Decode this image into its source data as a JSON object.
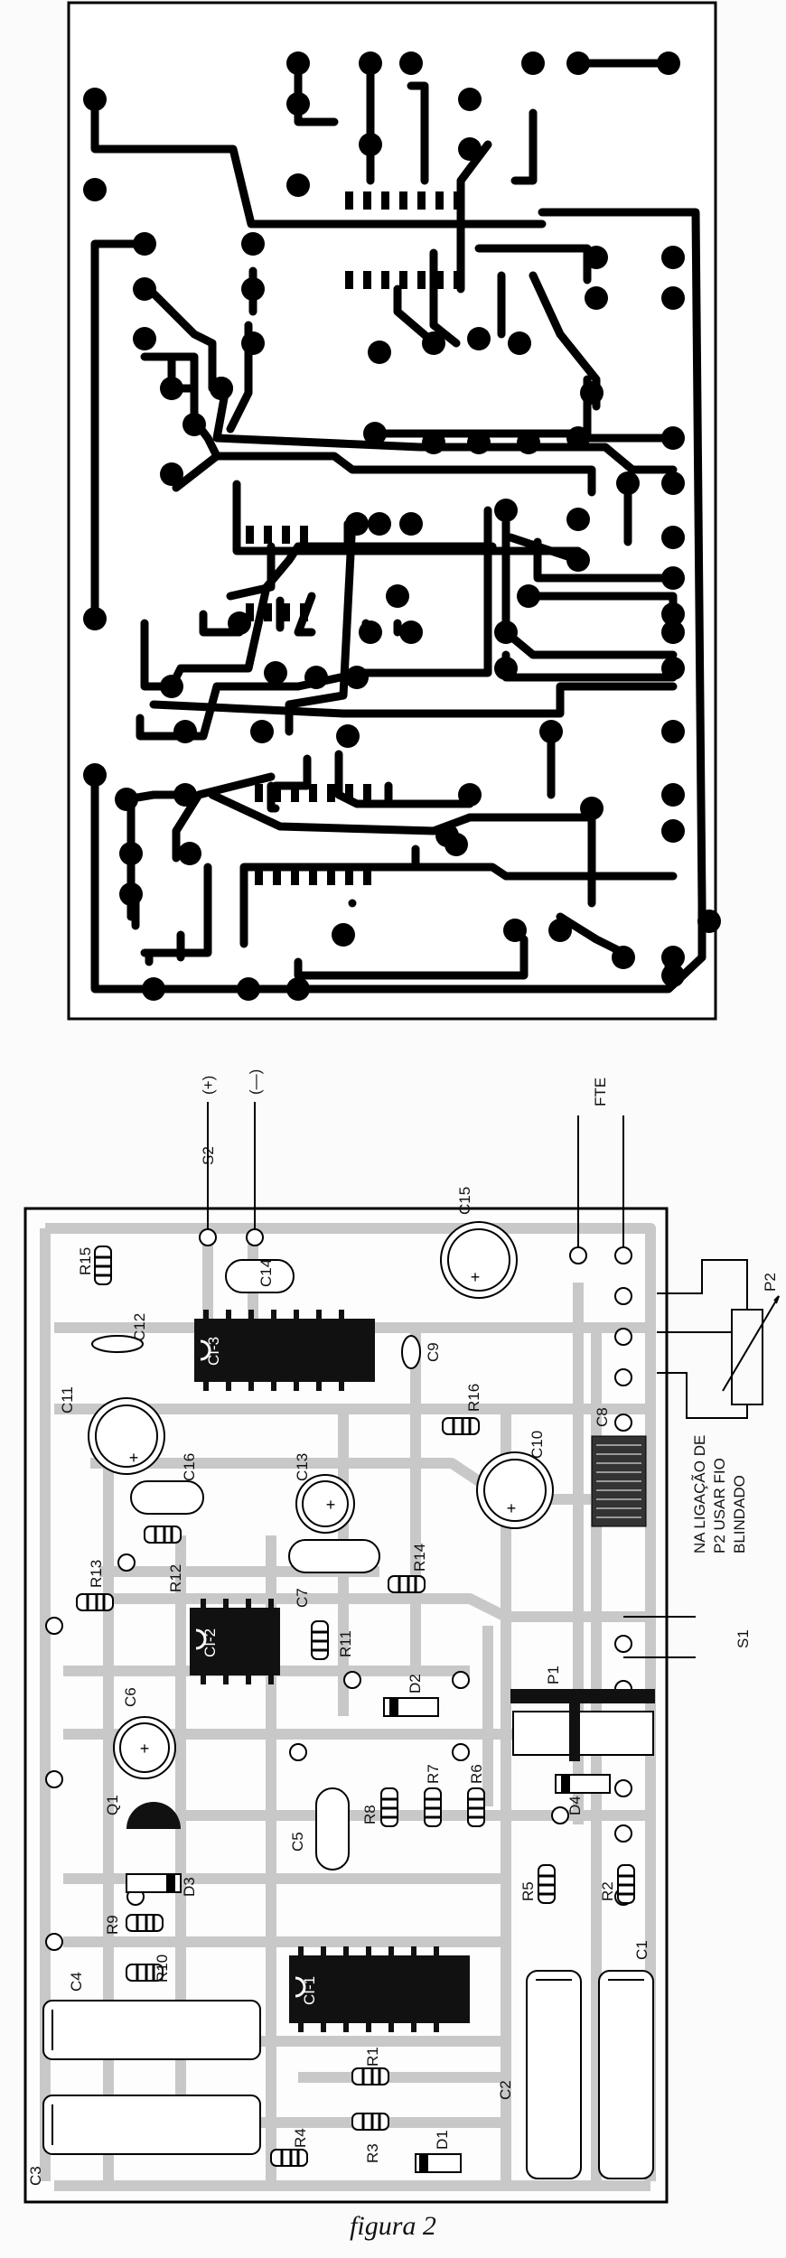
{
  "pcb_top": {
    "name": "copper-trace-layout"
  },
  "components": {
    "ics": [
      "CI-3",
      "CI-2",
      "CI-1"
    ],
    "resistors": [
      "R15",
      "R16",
      "R13",
      "R12",
      "R14",
      "R11",
      "R8",
      "R7",
      "R6",
      "R9",
      "R10",
      "R5",
      "R2",
      "R1",
      "R4",
      "R3"
    ],
    "capacitors": [
      "C12",
      "C14",
      "C15",
      "C11",
      "C9",
      "C16",
      "C13",
      "C10",
      "C8",
      "C7",
      "C6",
      "C5",
      "C4",
      "C1",
      "C2",
      "C3"
    ],
    "diodes": [
      "D2",
      "D3",
      "D4",
      "D1"
    ],
    "transistors": [
      "Q1"
    ],
    "pots": [
      "P1",
      "P2"
    ]
  },
  "connections": {
    "plus": "(+)",
    "minus": "(—)",
    "s2": "S2",
    "fte": "FTE",
    "s1": "S1"
  },
  "note_lines": [
    "NA LIGAÇÃO DE",
    "P2 USAR FIO",
    "BLINDADO"
  ],
  "caption": "figura 2"
}
